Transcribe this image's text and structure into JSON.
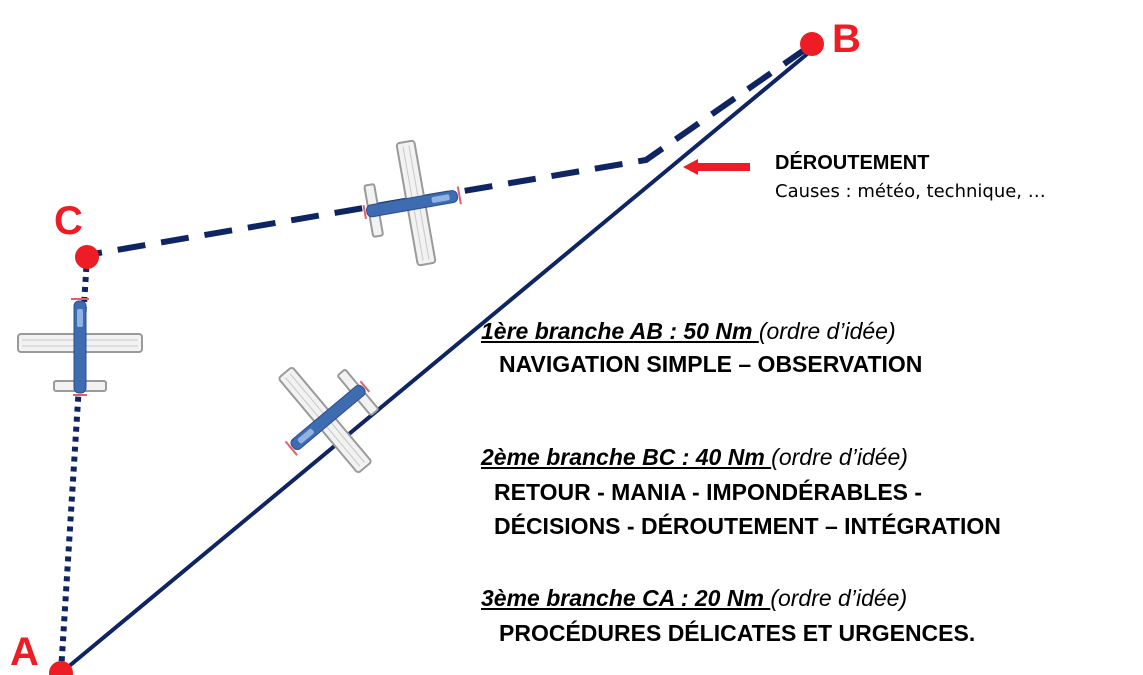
{
  "points": {
    "a": {
      "label": "A"
    },
    "b": {
      "label": "B"
    },
    "c": {
      "label": "C"
    }
  },
  "diversion": {
    "title": "DÉROUTEMENT",
    "causes": "Causes : météo, technique, …"
  },
  "legs": [
    {
      "title": "1ère branche AB :   50 Nm ",
      "note": "(ordre d’idée)",
      "lines": [
        "NAVIGATION SIMPLE – OBSERVATION"
      ]
    },
    {
      "title": "2ème branche BC : 40 Nm ",
      "note": "(ordre d’idée)",
      "lines": [
        "RETOUR - MANIA - IMPONDÉRABLES -",
        "DÉCISIONS - DÉROUTEMENT – INTÉGRATION"
      ]
    },
    {
      "title": "3ème branche CA : 20 Nm ",
      "note": "(ordre d’idée)",
      "lines": [
        "PROCÉDURES DÉLICATES ET URGENCES."
      ]
    }
  ],
  "colors": {
    "route_line": "#0f2462",
    "point_marker": "#ee1c24",
    "arrow": "#ee1c24",
    "aircraft_fuselage": "#3f6bb0",
    "aircraft_wing": "#d9d9d9"
  },
  "icons": {
    "aircraft": "airplane-icon",
    "diversion_arrow": "arrow-left-icon"
  }
}
